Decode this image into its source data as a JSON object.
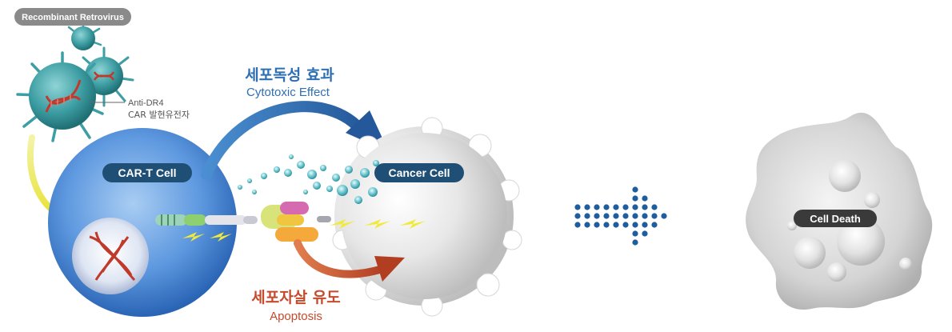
{
  "labels": {
    "retrovirus": "Recombinant Retrovirus",
    "anti_dr4_line1": "Anti-DR4",
    "anti_dr4_line2": "CAR 발현유전자",
    "car_t_cell": "CAR-T Cell",
    "cancer_cell": "Cancer Cell",
    "cell_death": "Cell Death",
    "cytotoxic_ko": "세포독성 효과",
    "cytotoxic_en": "Cytotoxic Effect",
    "apoptosis_ko": "세포자살 유도",
    "apoptosis_en": "Apoptosis"
  },
  "colors": {
    "cytotoxic_blue": "#2f6fb3",
    "apoptosis_red": "#c64a2d",
    "car_t_pill": "#1f4f74",
    "cancer_pill": "#1f4f74",
    "death_pill": "#3a3a3a",
    "virus_pill": "#8a8a8a",
    "dot_arrow": "#1f5e9e"
  }
}
